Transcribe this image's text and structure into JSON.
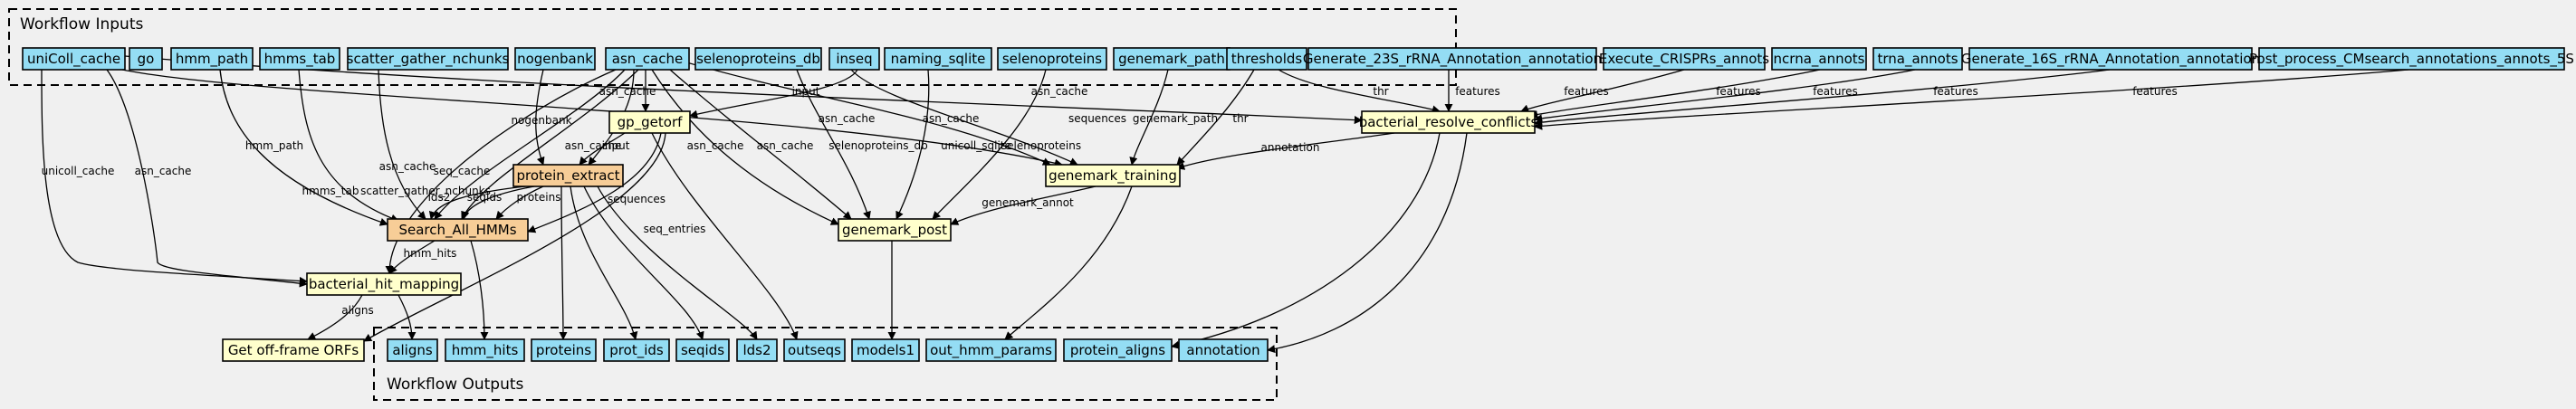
{
  "inputs_title": "Workflow Inputs",
  "outputs_title": "Workflow Outputs",
  "inputs": [
    {
      "id": "uniColl_cache",
      "label": "uniColl_cache"
    },
    {
      "id": "go",
      "label": "go"
    },
    {
      "id": "hmm_path",
      "label": "hmm_path"
    },
    {
      "id": "hmms_tab",
      "label": "hmms_tab"
    },
    {
      "id": "scatter_gather_nchunks",
      "label": "scatter_gather_nchunks"
    },
    {
      "id": "nogenbank",
      "label": "nogenbank"
    },
    {
      "id": "asn_cache",
      "label": "asn_cache"
    },
    {
      "id": "selenoproteins_db",
      "label": "selenoproteins_db"
    },
    {
      "id": "inseq",
      "label": "inseq"
    },
    {
      "id": "naming_sqlite",
      "label": "naming_sqlite"
    },
    {
      "id": "selenoproteins",
      "label": "selenoproteins"
    },
    {
      "id": "genemark_path",
      "label": "genemark_path"
    },
    {
      "id": "thresholds",
      "label": "thresholds"
    },
    {
      "id": "gen23s",
      "label": "Generate_23S_rRNA_Annotation_annotation"
    },
    {
      "id": "crispr",
      "label": "Execute_CRISPRs_annots"
    },
    {
      "id": "ncrna",
      "label": "ncrna_annots"
    },
    {
      "id": "trna",
      "label": "trna_annots"
    },
    {
      "id": "gen16s",
      "label": "Generate_16S_rRNA_Annotation_annotation"
    },
    {
      "id": "cmsearch",
      "label": "Post_process_CMsearch_annotations_annots_5S"
    }
  ],
  "steps": [
    {
      "id": "gp_getorf",
      "label": "gp_getorf",
      "kind": "step"
    },
    {
      "id": "protein_extract",
      "label": "protein_extract",
      "kind": "highlight"
    },
    {
      "id": "search_all_hmms",
      "label": "Search_All_HMMs",
      "kind": "highlight"
    },
    {
      "id": "bacterial_hit_mapping",
      "label": "bacterial_hit_mapping",
      "kind": "step"
    },
    {
      "id": "get_offframe",
      "label": "Get off-frame ORFs",
      "kind": "step"
    },
    {
      "id": "genemark_training",
      "label": "genemark_training",
      "kind": "step"
    },
    {
      "id": "genemark_post",
      "label": "genemark_post",
      "kind": "step"
    },
    {
      "id": "bacterial_resolve",
      "label": "bacterial_resolve_conflicts",
      "kind": "step"
    }
  ],
  "outputs": [
    {
      "id": "aligns",
      "label": "aligns"
    },
    {
      "id": "hmm_hits",
      "label": "hmm_hits"
    },
    {
      "id": "proteins",
      "label": "proteins"
    },
    {
      "id": "prot_ids",
      "label": "prot_ids"
    },
    {
      "id": "seqids",
      "label": "seqids"
    },
    {
      "id": "lds2",
      "label": "lds2"
    },
    {
      "id": "outseqs",
      "label": "outseqs"
    },
    {
      "id": "models1",
      "label": "models1"
    },
    {
      "id": "out_hmm_params",
      "label": "out_hmm_params"
    },
    {
      "id": "protein_aligns",
      "label": "protein_aligns"
    },
    {
      "id": "annotation",
      "label": "annotation"
    }
  ],
  "edges": [
    {
      "from": "uniColl_cache",
      "to": "bacterial_hit_mapping",
      "label": "unicoll_cache"
    },
    {
      "from": "uniColl_cache",
      "to": "bacterial_hit_mapping",
      "label": "asn_cache"
    },
    {
      "from": "uniColl_cache",
      "to": "genemark_training",
      "label": "asn_cache"
    },
    {
      "from": "uniColl_cache",
      "to": "bacterial_resolve",
      "label": "asn_cache"
    },
    {
      "from": "hmm_path",
      "to": "search_all_hmms",
      "label": "hmm_path"
    },
    {
      "from": "hmms_tab",
      "to": "search_all_hmms",
      "label": "hmms_tab"
    },
    {
      "from": "scatter_gather_nchunks",
      "to": "search_all_hmms",
      "label": "scatter_gather_nchunks"
    },
    {
      "from": "nogenbank",
      "to": "protein_extract",
      "label": "nogenbank"
    },
    {
      "from": "asn_cache",
      "to": "gp_getorf",
      "label": "asn_cache"
    },
    {
      "from": "asn_cache",
      "to": "protein_extract",
      "label": "asn_cache"
    },
    {
      "from": "asn_cache",
      "to": "search_all_hmms",
      "label": "asn_cache"
    },
    {
      "from": "asn_cache",
      "to": "search_all_hmms",
      "label": "seq_cache"
    },
    {
      "from": "asn_cache",
      "to": "bacterial_hit_mapping",
      "label": ""
    },
    {
      "from": "asn_cache",
      "to": "genemark_post",
      "label": "asn_cache"
    },
    {
      "from": "asn_cache",
      "to": "genemark_post",
      "label": "asn_cache"
    },
    {
      "from": "asn_cache",
      "to": "genemark_training",
      "label": "asn_cache"
    },
    {
      "from": "selenoproteins_db",
      "to": "genemark_post",
      "label": "selenoproteins_db"
    },
    {
      "from": "inseq",
      "to": "gp_getorf",
      "label": "input"
    },
    {
      "from": "inseq",
      "to": "genemark_training",
      "label": "sequences"
    },
    {
      "from": "naming_sqlite",
      "to": "genemark_post",
      "label": "unicoll_sqlite"
    },
    {
      "from": "selenoproteins",
      "to": "genemark_post",
      "label": "selenoproteins"
    },
    {
      "from": "genemark_path",
      "to": "genemark_training",
      "label": "genemark_path"
    },
    {
      "from": "thresholds",
      "to": "genemark_training",
      "label": "thr"
    },
    {
      "from": "thresholds",
      "to": "bacterial_resolve",
      "label": "thr"
    },
    {
      "from": "gen23s",
      "to": "bacterial_resolve",
      "label": "features"
    },
    {
      "from": "crispr",
      "to": "bacterial_resolve",
      "label": "features"
    },
    {
      "from": "ncrna",
      "to": "bacterial_resolve",
      "label": "features"
    },
    {
      "from": "trna",
      "to": "bacterial_resolve",
      "label": "features"
    },
    {
      "from": "gen16s",
      "to": "bacterial_resolve",
      "label": "features"
    },
    {
      "from": "cmsearch",
      "to": "bacterial_resolve",
      "label": "features"
    },
    {
      "from": "gp_getorf",
      "to": "protein_extract",
      "label": "input"
    },
    {
      "from": "gp_getorf",
      "to": "search_all_hmms",
      "label": "sequences"
    },
    {
      "from": "gp_getorf",
      "to": "get_offframe",
      "label": "seq_entries"
    },
    {
      "from": "gp_getorf",
      "to": "outseqs",
      "label": ""
    },
    {
      "from": "protein_extract",
      "to": "search_all_hmms",
      "label": "lds2"
    },
    {
      "from": "protein_extract",
      "to": "search_all_hmms",
      "label": "seqids"
    },
    {
      "from": "protein_extract",
      "to": "search_all_hmms",
      "label": "proteins"
    },
    {
      "from": "protein_extract",
      "to": "proteins",
      "label": ""
    },
    {
      "from": "protein_extract",
      "to": "prot_ids",
      "label": ""
    },
    {
      "from": "protein_extract",
      "to": "seqids",
      "label": ""
    },
    {
      "from": "protein_extract",
      "to": "lds2",
      "label": ""
    },
    {
      "from": "search_all_hmms",
      "to": "bacterial_hit_mapping",
      "label": "hmm_hits"
    },
    {
      "from": "search_all_hmms",
      "to": "hmm_hits",
      "label": ""
    },
    {
      "from": "bacterial_hit_mapping",
      "to": "get_offframe",
      "label": "aligns"
    },
    {
      "from": "bacterial_hit_mapping",
      "to": "aligns",
      "label": ""
    },
    {
      "from": "bacterial_resolve",
      "to": "genemark_training",
      "label": "annotation"
    },
    {
      "from": "bacterial_resolve",
      "to": "protein_aligns",
      "label": ""
    },
    {
      "from": "bacterial_resolve",
      "to": "annotation",
      "label": ""
    },
    {
      "from": "genemark_training",
      "to": "genemark_post",
      "label": "genemark_annot"
    },
    {
      "from": "genemark_training",
      "to": "out_hmm_params",
      "label": ""
    },
    {
      "from": "genemark_post",
      "to": "models1",
      "label": ""
    }
  ]
}
